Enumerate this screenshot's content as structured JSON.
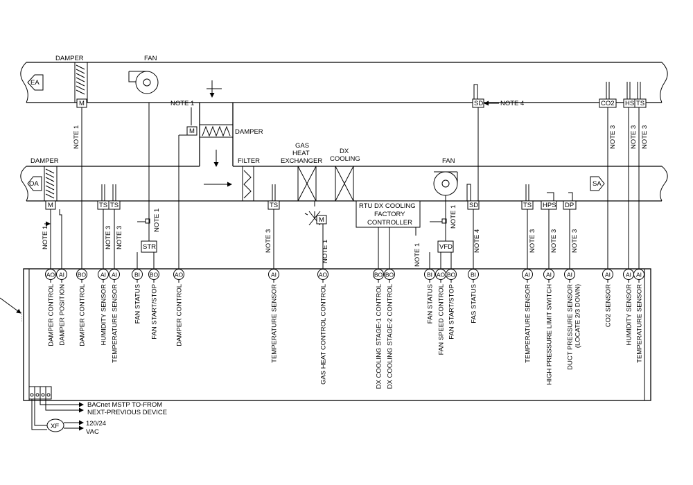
{
  "top_labels": {
    "damper_top": "DAMPER",
    "fan_top": "FAN",
    "note1_mid": "NOTE 1",
    "damper_mid": "DAMPER",
    "damper_oa": "DAMPER",
    "filter": "FILTER",
    "gas_heat_exchanger": [
      "GAS",
      "HEAT",
      "EXCHANGER"
    ],
    "dx_cooling": [
      "DX",
      "COOLING"
    ],
    "fan_supply": "FAN",
    "note4_top": "NOTE 4"
  },
  "duct_tags": {
    "ea": "EA",
    "oa": "OA",
    "sa": "SA"
  },
  "device_boxes": {
    "m_top": "M",
    "m_mid": "M",
    "m_oa": "M",
    "m_gas": "M",
    "ts_a": "TS",
    "ts_b": "TS",
    "ts_filter": "TS",
    "ts_sa": "TS",
    "str": "STR",
    "vfd": "VFD",
    "sd_top": "SD",
    "sd_fan": "SD",
    "co2": "CO2",
    "hs": "HS",
    "ts_top": "TS",
    "hps": "HPS",
    "dp": "DP"
  },
  "controller": [
    "RTU DX COOLING",
    "FACTORY",
    "CONTROLLER"
  ],
  "notes": {
    "note1": "NOTE 1",
    "note3": "NOTE 3",
    "note4": "NOTE 4"
  },
  "points": [
    {
      "type": "AO",
      "label": [
        "DAMPER CONTROL"
      ]
    },
    {
      "type": "AI",
      "label": [
        "DAMPER POSITION"
      ]
    },
    {
      "type": "BO",
      "label": [
        "DAMPER CONTROL"
      ]
    },
    {
      "type": "AI",
      "label": [
        "HUMIDITY SENSOR"
      ]
    },
    {
      "type": "AI",
      "label": [
        "TEMPERATURE SENSOR"
      ]
    },
    {
      "type": "BI",
      "label": [
        "FAN STATUS"
      ]
    },
    {
      "type": "BO",
      "label": [
        "FAN START/STOP"
      ]
    },
    {
      "type": "AO",
      "label": [
        "DAMPER CONTROL"
      ]
    },
    {
      "type": "AI",
      "label": [
        "TEMPERATURE SENSOR"
      ]
    },
    {
      "type": "AO",
      "label": [
        "GAS HEAT CONTROL CONTROL"
      ]
    },
    {
      "type": "BO",
      "label": [
        "DX COOLING  STAGE-1 CONTROL"
      ]
    },
    {
      "type": "BO",
      "label": [
        "DX COOLING  STAGE-2 CONTROL"
      ]
    },
    {
      "type": "BI",
      "label": [
        "FAN STATUS"
      ]
    },
    {
      "type": "AO",
      "label": [
        "FAN SPEED CONTROL"
      ]
    },
    {
      "type": "BO",
      "label": [
        "FAN START/STOP"
      ]
    },
    {
      "type": "BI",
      "label": [
        "FAS STATUS"
      ]
    },
    {
      "type": "AI",
      "label": [
        "TEMPERATURE SENSOR"
      ]
    },
    {
      "type": "AI",
      "label": [
        "HIGH PRESSURE LIMIT SWITCH"
      ]
    },
    {
      "type": "AI",
      "label": [
        "DUCT PRESSURE SENSOR",
        "(LOCATE 2/3 DOWN)"
      ]
    },
    {
      "type": "AI",
      "label": [
        "CO2 SENSOR"
      ]
    },
    {
      "type": "AI",
      "label": [
        "HUMIDITY SENSOR"
      ]
    },
    {
      "type": "AI",
      "label": [
        "TEMPERATURE SENSOR"
      ]
    }
  ],
  "bacnet": [
    "BACnet MSTP TO-FROM",
    "NEXT-PREVIOUS DEVICE"
  ],
  "xf": "XF",
  "power": [
    "120/24",
    "VAC"
  ]
}
